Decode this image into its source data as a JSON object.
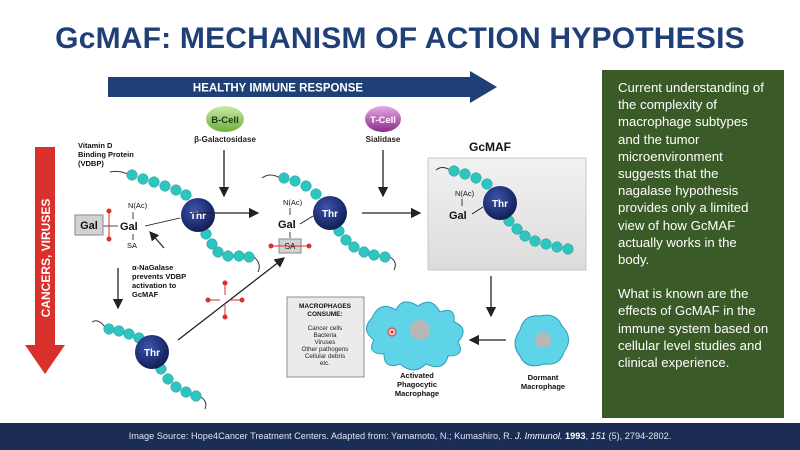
{
  "title": "GcMAF: MECHANISM OF ACTION HYPOTHESIS",
  "diagram": {
    "healthy_response": "HEALTHY IMMUNE RESPONSE",
    "cancers_viruses": "CANCERS, VIRUSES",
    "b_cell": "B-Cell",
    "b_cell_enzyme": "β-Galactosidase",
    "t_cell": "T-Cell",
    "t_cell_enzyme": "Sialidase",
    "gcmaf_label": "GcMAF",
    "vdbp_line1": "Vitamin D",
    "vdbp_line2": "Binding Protein",
    "vdbp_line3": "(VDBP)",
    "thr": "Thr",
    "nac": "N(Ac)",
    "gal": "Gal",
    "sa": "SA",
    "nagalase_line1": "α-NaGalase",
    "nagalase_line2": "prevents VDBP",
    "nagalase_line3": "activation to",
    "nagalase_line4": "GcMAF",
    "consume_title_line1": "MACROPHAGES",
    "consume_title_line2": "CONSUME:",
    "consume_items": [
      "Cancer cells",
      "Bacteria",
      "Viruses",
      "Other pathogens",
      "Cellular debris",
      "etc."
    ],
    "activated_line1": "Activated",
    "activated_line2": "Phagocytic",
    "activated_line3": "Macrophage",
    "dormant_line1": "Dormant",
    "dormant_line2": "Macrophage"
  },
  "side_panel": {
    "paragraph1": "Current understanding of the complexity of macrophage subtypes and the tumor microenvironment suggests that the nagalase hypothesis provides only a limited view of how GcMAF actually works in the body.",
    "paragraph2": "What is known are the effects of GcMAF in the immune system based on cellular level studies and clinical experience."
  },
  "footer": {
    "prefix": "Image Source: Hope4Cancer Treatment Centers. Adapted from:  Yamamoto, N.; Kumashiro, R. ",
    "journal": "J. Immunol.",
    "year": "1993",
    "volume": "151",
    "pages": " (5), 2794-2802."
  },
  "colors": {
    "title": "#1f3f77",
    "healthy_arrow": "#1f3f77",
    "cancer_arrow": "#d9302b",
    "bead": "#2ec4c0",
    "thr_node": "#1c2d6e",
    "macrophage": "#5fd3e8",
    "side_panel": "#3a5a27",
    "footer": "#1c2d55"
  }
}
